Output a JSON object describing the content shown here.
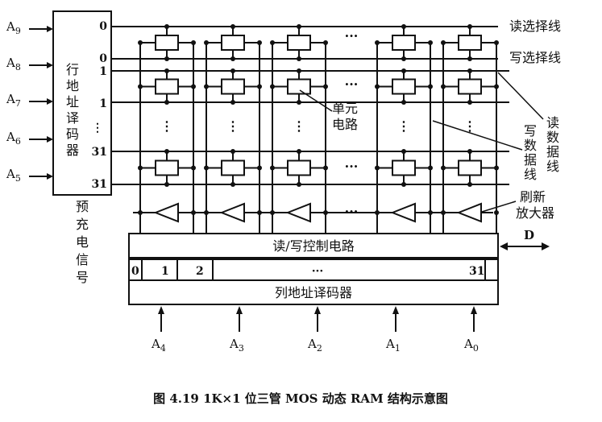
{
  "row_address_inputs": [
    {
      "letter": "A",
      "sub": "9"
    },
    {
      "letter": "A",
      "sub": "8"
    },
    {
      "letter": "A",
      "sub": "7"
    },
    {
      "letter": "A",
      "sub": "6"
    },
    {
      "letter": "A",
      "sub": "5"
    }
  ],
  "row_decoder": {
    "label_chars": [
      "行",
      "地",
      "址",
      "译",
      "码",
      "器"
    ],
    "outputs": [
      "0",
      "0",
      "1",
      "1",
      "⋮",
      "31",
      "31"
    ]
  },
  "right_labels": {
    "read_select": "读选择线",
    "write_select": "写选择线",
    "read_data": [
      "读",
      "数",
      "据",
      "线"
    ],
    "write_data": [
      "写",
      "数",
      "据",
      "线"
    ],
    "cell": [
      "单元",
      "电路"
    ],
    "refresh_amp": [
      "刷新",
      "放大器"
    ]
  },
  "precharge_chars": [
    "预",
    "充",
    "电",
    "信",
    "号"
  ],
  "rw_control": "读/写控制电路",
  "data_io": "D",
  "ellipsis": "···",
  "vdots": "⋮",
  "column_outputs": [
    "0",
    "1",
    "2",
    "···",
    "31"
  ],
  "column_decoder": "列地址译码器",
  "column_address_inputs": [
    {
      "letter": "A",
      "sub": "4"
    },
    {
      "letter": "A",
      "sub": "3"
    },
    {
      "letter": "A",
      "sub": "2"
    },
    {
      "letter": "A",
      "sub": "1"
    },
    {
      "letter": "A",
      "sub": "0"
    }
  ],
  "caption": "图 4.19   1K×1 位三管 MOS 动态 RAM 结构示意图"
}
